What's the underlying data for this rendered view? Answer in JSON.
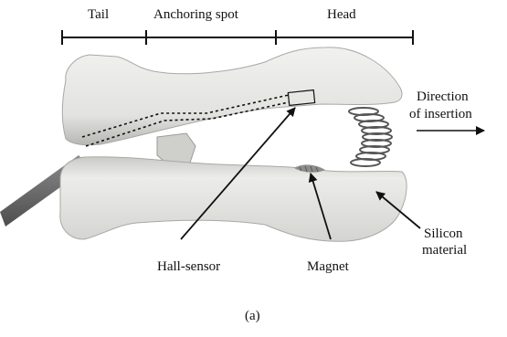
{
  "sections": {
    "tail": "Tail",
    "anchoring_spot": "Anchoring spot",
    "head": "Head"
  },
  "annotations": {
    "direction_line1": "Direction",
    "direction_line2": "of insertion",
    "silicon_line1": "Silicon",
    "silicon_line2": "material",
    "hall_sensor": "Hall-sensor",
    "magnet": "Magnet"
  },
  "caption": "(a)",
  "colors": {
    "background": "#ffffff",
    "silicone_body": "#e6e6e3",
    "silicone_shadow": "#b9b9b6",
    "cable": "#6e6e6e",
    "spring": "#555555",
    "ink": "#111111"
  }
}
